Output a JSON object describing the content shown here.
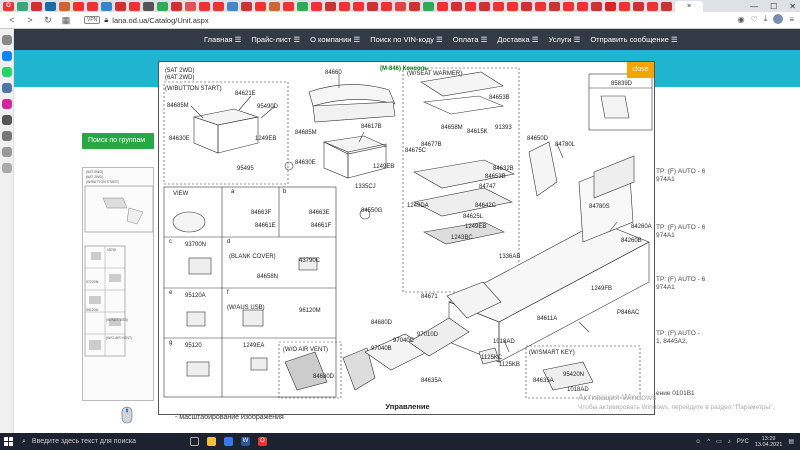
{
  "browser": {
    "address": "lana.od.ua/Catalog/Unit.aspx",
    "vpn_label": "VPN",
    "tab_close": "×"
  },
  "site_nav": {
    "items": [
      "Главная",
      "Прайс-лист",
      "О компании",
      "Поиск по VIN-коду",
      "Оплата",
      "Доставка",
      "Услуги",
      "Отправить сообщение"
    ]
  },
  "page": {
    "groups_button": "Поиск по группам",
    "thumb_texts": [
      "(5AT 2WD)",
      "(6AT 2WD)",
      "(W/BUTTON START)",
      "VIEW",
      "97220N",
      "95120A",
      "(W/AUS USB)",
      "(W/O AIR VENT)"
    ],
    "right_list": [
      {
        "line1": "ТР: (F) AUTO - 6",
        "line2": "974A1"
      },
      {
        "line1": "ТР: (F) AUTO - 6",
        "line2": "974A1"
      },
      {
        "line1": "ТР: (F) AUTO - 6",
        "line2": "974A1"
      },
      {
        "line1": "ТР: (F) AUTO -",
        "line2": "1, 8445A2,"
      },
      {
        "line1": "ение 0101В1",
        "line2": ""
      }
    ],
    "scale_note": "- масштабирование изображения"
  },
  "modal": {
    "close_label": "close",
    "caption": "Управление",
    "diagram_labels": {
      "ref_link": "(M-846) Консоль",
      "box1_title": "(5AT 2WD)",
      "box1_title2": "(6AT 2WD)",
      "box1_title3": "(W/BUTTON START)",
      "seat_warmer": "(W/SEAT WARMER)",
      "view": "VIEW",
      "blank_cover": "(BLANK COVER)",
      "aus_usb": "(W/AUS USB)",
      "air_vent": "(W/O AIR VENT)",
      "smart_key": "(W/SMART KEY)",
      "parts": [
        "84660",
        "84621E",
        "95490D",
        "84685M",
        "84630E",
        "1249EB",
        "95495",
        "84617B",
        "84685M",
        "84630E",
        "1249EB",
        "1335CJ",
        "84653B",
        "84658M",
        "84615K",
        "91393",
        "84677B",
        "84675C",
        "84632B",
        "84653B",
        "84747",
        "1249DA",
        "84642C",
        "84625L",
        "1249EB",
        "1243BC",
        "85839D",
        "84650D",
        "84780L",
        "84780S",
        "84550G",
        "84663F",
        "84663E",
        "84661E",
        "84661F",
        "93700N",
        "84658N",
        "43790C",
        "95120A",
        "96120M",
        "95120",
        "1249EA",
        "84680D",
        "1336AB",
        "84260B",
        "84260A",
        "1249FB",
        "P846AC",
        "84611A",
        "84680D",
        "84671",
        "97010D",
        "97040C",
        "97040B",
        "1018AD",
        "1125KC",
        "1125KB",
        "84635A",
        "95420N",
        "84635A",
        "1018AD"
      ],
      "view_letters": [
        "a",
        "b",
        "c",
        "d",
        "e",
        "f",
        "g"
      ]
    }
  },
  "activation": {
    "line1": "Активация Windows",
    "line2": "Чтобы активировать Windows, перейдите в раздел \"Параметры\"."
  },
  "taskbar": {
    "search_placeholder": "Введите здесь текст для поиска",
    "lang": "РУС",
    "time": "13:29",
    "date": "13.04.2021"
  },
  "colors": {
    "navbar": "#323a45",
    "teal_band": "#1fb5d0",
    "groups_button": "#28a745",
    "close_button": "#f4a300",
    "taskbar": "#1c2230"
  }
}
